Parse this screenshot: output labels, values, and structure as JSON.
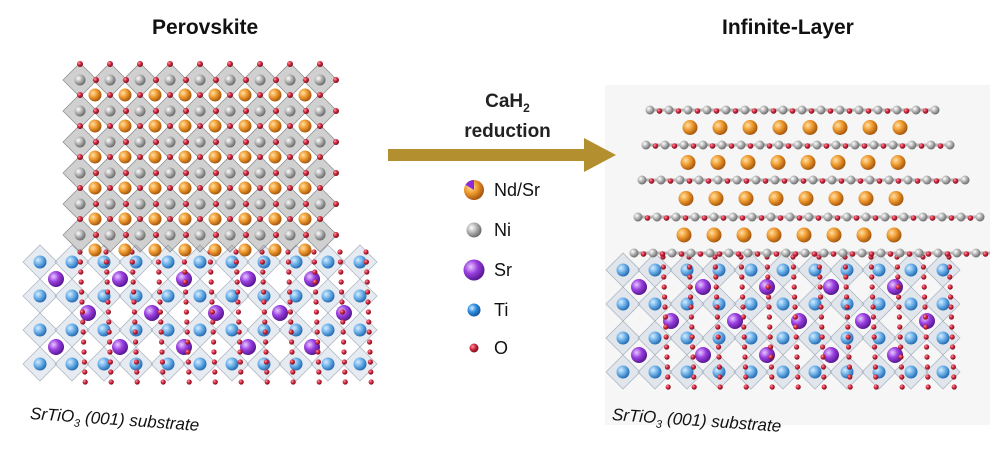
{
  "left_panel": {
    "title": "Perovskite",
    "substrate_label": {
      "main": "SrTiO",
      "subscript": "3",
      "rest": " (001) substrate"
    }
  },
  "right_panel": {
    "title": "Infinite-Layer",
    "substrate_label": {
      "main": "SrTiO",
      "subscript": "3",
      "rest": " (001) substrate"
    }
  },
  "arrow": {
    "reagent_main": "CaH",
    "reagent_subscript": "2",
    "process": "reduction",
    "color": "#B38F2F"
  },
  "legend": [
    {
      "label": "Nd/Sr",
      "icon": "nd-sr-atom-icon",
      "color": "#E8902A"
    },
    {
      "label": "Ni",
      "icon": "ni-atom-icon",
      "color": "#A9A9A9"
    },
    {
      "label": "Sr",
      "icon": "sr-atom-icon",
      "color": "#8A2BD8"
    },
    {
      "label": "Ti",
      "icon": "ti-atom-icon",
      "color": "#2E8FE0"
    },
    {
      "label": "O",
      "icon": "o-atom-icon",
      "color": "#C8203A"
    }
  ]
}
